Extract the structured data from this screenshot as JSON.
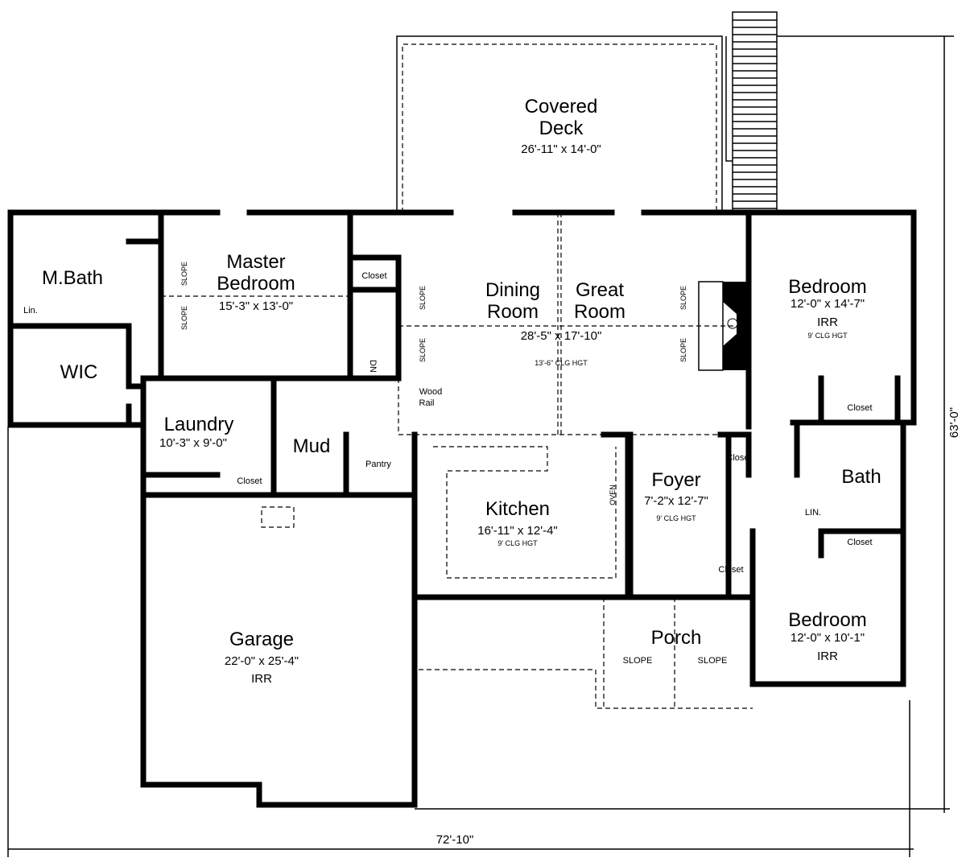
{
  "rooms": {
    "covered_deck": {
      "name1": "Covered",
      "name2": "Deck",
      "size": "26'-11\" x 14'-0\""
    },
    "master_bedroom": {
      "name1": "Master",
      "name2": "Bedroom",
      "size": "15'-3\" x 13'-0\""
    },
    "master_bath": {
      "name": "M.Bath",
      "linen": "Lin."
    },
    "wic": {
      "name": "WIC"
    },
    "closet_master": {
      "name": "Closet"
    },
    "dining_great": {
      "name_dining1": "Dining",
      "name_dining2": "Room",
      "name_great1": "Great",
      "name_great2": "Room",
      "size": "28'-5\" x 17'-10\"",
      "ceiling": "13'-6\" CLG HGT"
    },
    "wood_rail": {
      "line1": "Wood",
      "line2": "Rail"
    },
    "stairs": {
      "label": "DN"
    },
    "bedroom_1": {
      "name": "Bedroom",
      "size": "12'-0\" x 14'-7\"",
      "note": "IRR",
      "ceiling": "9' CLG HGT",
      "closet": "Closet"
    },
    "laundry": {
      "name": "Laundry",
      "size": "10'-3\" x 9'-0\"",
      "closet": "Closet"
    },
    "mud": {
      "name": "Mud"
    },
    "pantry": {
      "name": "Pantry"
    },
    "kitchen": {
      "name": "Kitchen",
      "size": "16'-11\" x 12'-4\"",
      "ceiling": "9' CLG HGT",
      "oven": "OVEN"
    },
    "foyer": {
      "name": "Foyer",
      "size": "7'-2\"x 12'-7\"",
      "ceiling": "9' CLG HGT",
      "closet1": "Closet",
      "closet2": "Closet"
    },
    "bath": {
      "name": "Bath",
      "linen": "LIN."
    },
    "bedroom_2": {
      "name": "Bedroom",
      "size": "12'-0\" x 10'-1\"",
      "note": "IRR",
      "closet": "Closet"
    },
    "porch": {
      "name": "Porch",
      "slope_left": "SLOPE",
      "slope_right": "SLOPE"
    },
    "garage": {
      "name": "Garage",
      "size": "22'-0\" x 25'-4\"",
      "note": "IRR"
    }
  },
  "slope_label": "SLOPE",
  "dimensions": {
    "width": "72'-10\"",
    "depth": "63'-0\""
  }
}
